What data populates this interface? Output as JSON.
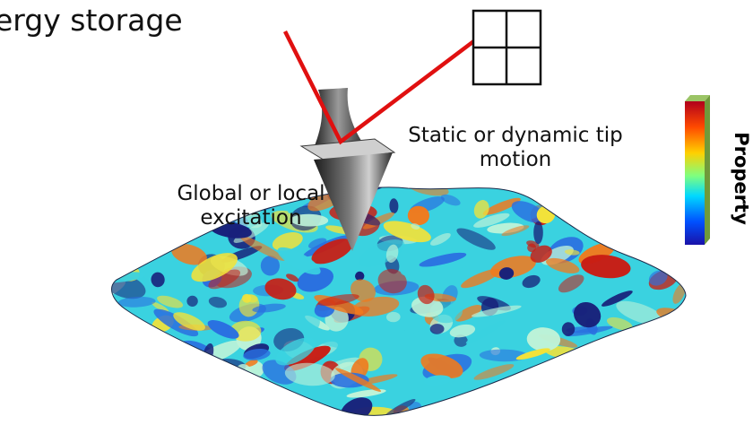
{
  "title": "ergy storage",
  "labels": {
    "tip_motion": "Static or dynamic tip motion",
    "excitation": "Global or local excitation",
    "colorbar": "Property"
  },
  "colors": {
    "laser": "#e01010",
    "colorbar_side": "#6f9a3a",
    "colorbar_stops": [
      "#b1001c",
      "#ff4a00",
      "#ffd000",
      "#7fff7f",
      "#00d8ff",
      "#0050ff",
      "#1a12a8"
    ],
    "surface_palette": [
      "#18207a",
      "#2a6fe0",
      "#3ad2e0",
      "#bff3d8",
      "#f2e23a",
      "#f07a1e",
      "#c81e14"
    ]
  },
  "icons": {
    "detector": "quadrant-photodiode-icon",
    "tip": "afm-cantilever-tip-icon"
  }
}
